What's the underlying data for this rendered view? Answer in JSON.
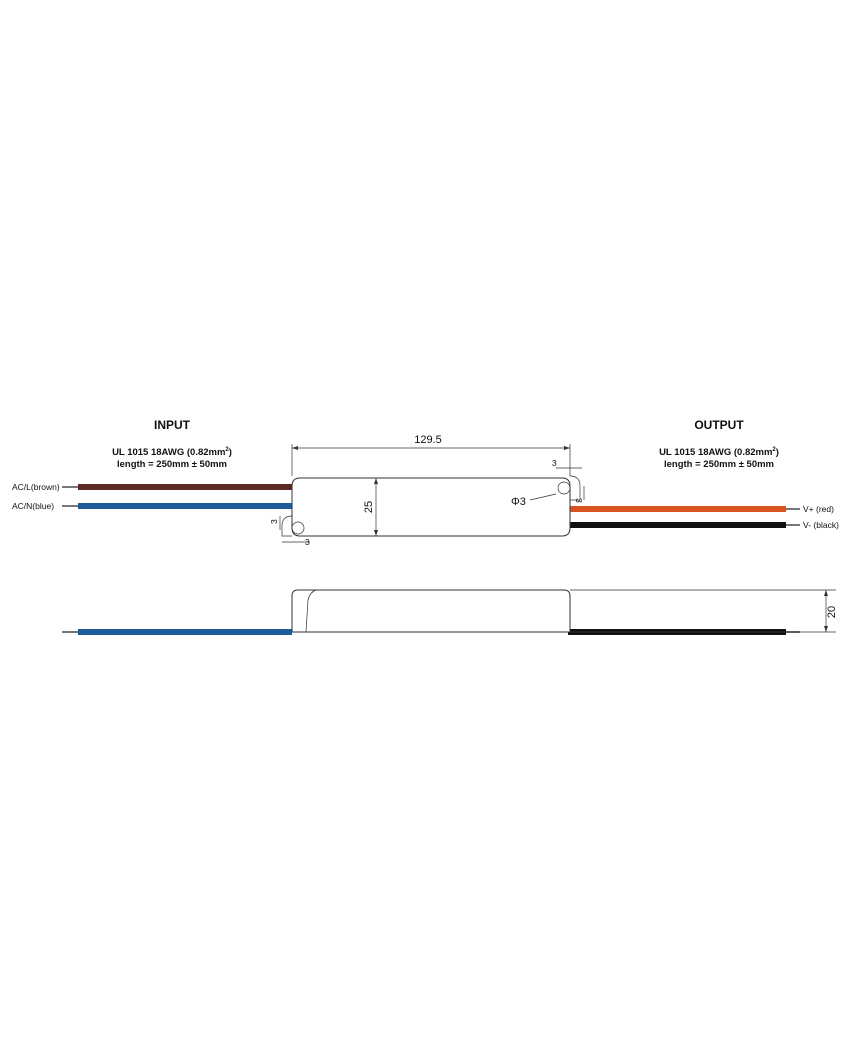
{
  "input": {
    "title": "INPUT",
    "spec_line1": "UL 1015 18AWG (0.82mm",
    "spec_sup": "2",
    "spec_line1_end": ")",
    "spec_line2": "length = 250mm ± 50mm",
    "wire_l_label": "AC/L(brown)",
    "wire_n_label": "AC/N(blue)"
  },
  "output": {
    "title": "OUTPUT",
    "spec_line1": "UL 1015 18AWG (0.82mm",
    "spec_sup": "2",
    "spec_line1_end": ")",
    "spec_line2": "length = 250mm ± 50mm",
    "wire_pos_label": "V+ (red)",
    "wire_neg_label": "V- (black)"
  },
  "dimensions": {
    "length": "129.5",
    "width": "25",
    "height": "20",
    "hole": "Φ3",
    "hole_offset_a": "3",
    "hole_offset_b": "3",
    "hole_offset_c": "3",
    "hole_offset_d": "3"
  },
  "colors": {
    "brown": "#5b2a22",
    "blue": "#1f5a99",
    "red": "#d9531e",
    "black": "#111111",
    "line": "#333333"
  }
}
